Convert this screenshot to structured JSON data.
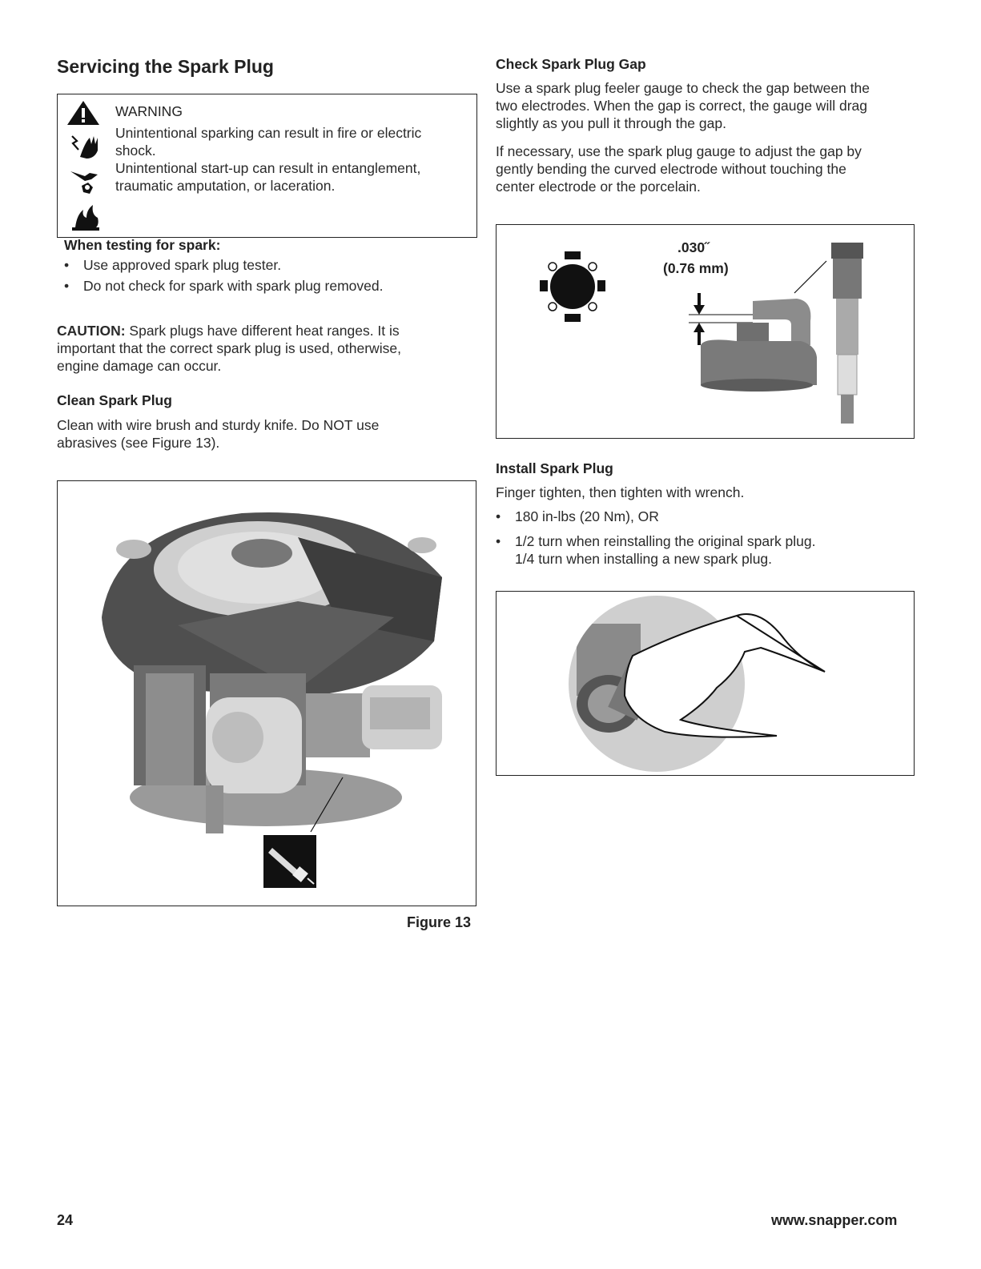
{
  "left": {
    "section_title": "Servicing the Spark Plug",
    "warning": {
      "title": "WARNING",
      "lines": [
        "Unintentional sparking can result in fire or electric",
        "shock.",
        "Unintentional start-up can result in entanglement,",
        "traumatic amputation, or laceration."
      ],
      "testing_heading": "When testing for spark:",
      "bullets": [
        "Use approved spark plug tester.",
        "Do not check for spark with spark plug removed."
      ]
    },
    "caution": {
      "label": "CAUTION:",
      "lines": [
        " Spark plugs have different heat ranges. It is",
        "important that the correct spark plug is used, otherwise,",
        "engine damage can occur."
      ]
    },
    "clean": {
      "heading": "Clean Spark Plug",
      "lines": [
        "Clean with wire brush and sturdy knife. Do NOT use",
        "abrasives (see Figure 13)."
      ]
    },
    "figure_caption": "Figure 13"
  },
  "right": {
    "check": {
      "heading": "Check Spark Plug Gap",
      "para1": [
        "Use a spark plug feeler gauge to check the gap between the",
        "two electrodes. When the gap is correct, the gauge will drag",
        "slightly as you pull it through the gap."
      ],
      "para2": [
        "If necessary, use the spark plug gauge to adjust the gap by",
        "gently bending the curved electrode without touching the",
        "center electrode or the porcelain."
      ],
      "gap_inch": ".030˝",
      "gap_mm": "(0.76 mm)"
    },
    "install": {
      "heading": "Install Spark Plug",
      "intro": "Finger tighten, then tighten with wrench.",
      "bullets": [
        "180 in-lbs (20 Nm), OR",
        "1/2 turn when reinstalling the original spark plug."
      ],
      "continuation": "1/4 turn when installing a new spark plug."
    }
  },
  "footer": {
    "page_number": "24",
    "website": "www.snapper.com"
  }
}
